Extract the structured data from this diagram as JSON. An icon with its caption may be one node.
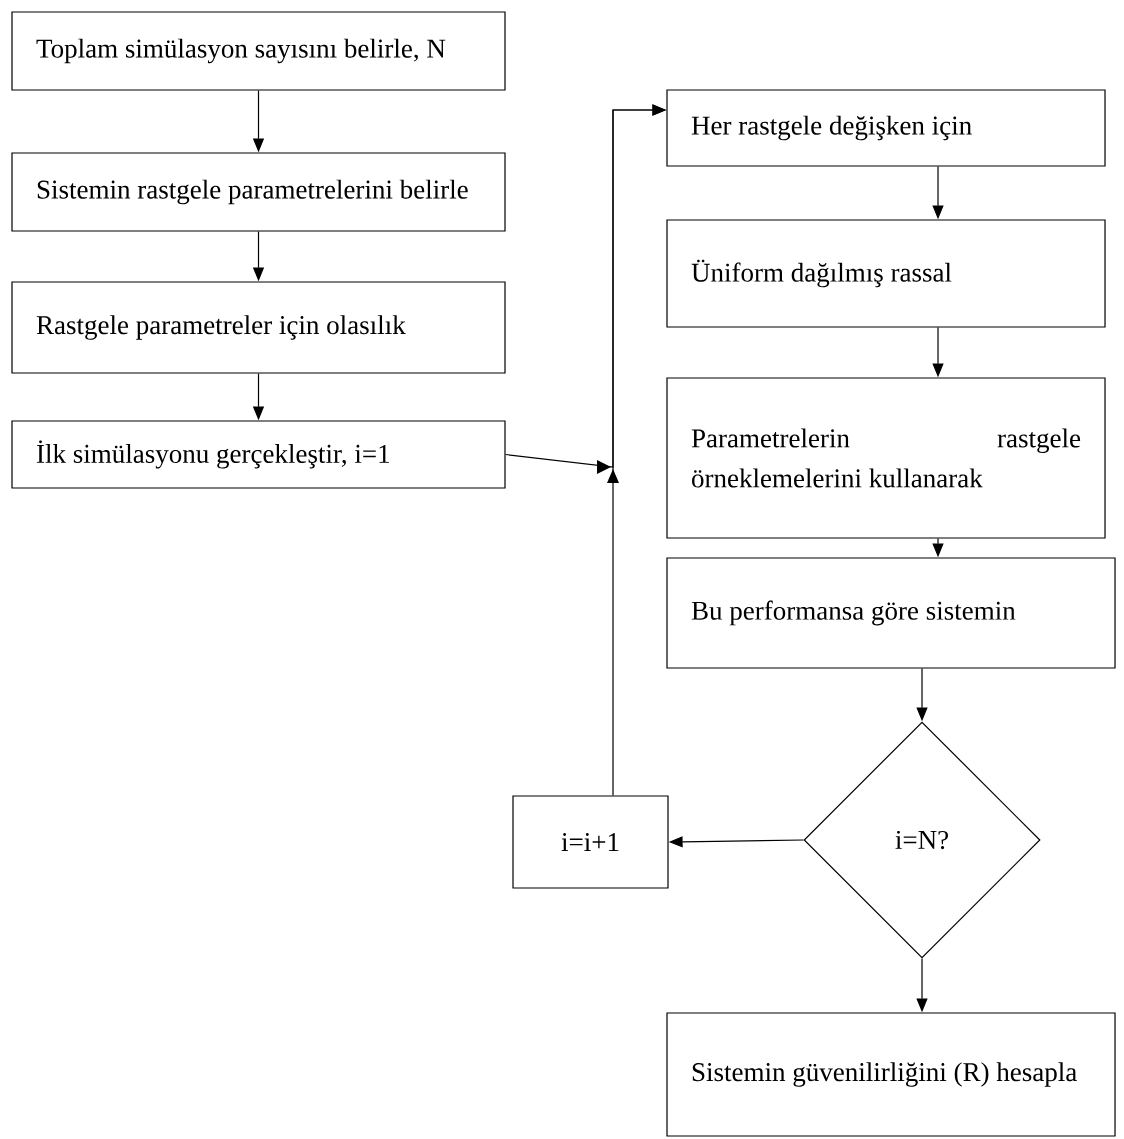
{
  "diagram": {
    "nodes": [
      {
        "text": [
          "Toplam simülasyon sayısını belirle, N"
        ]
      },
      {
        "text": [
          "Sistemin rastgele parametrelerini belirle"
        ]
      },
      {
        "text": [
          "Rastgele parametreler için olasılık"
        ]
      },
      {
        "text": [
          "İlk simülasyonu gerçekleştir, i=1"
        ]
      },
      {
        "text": [
          "Her rastgele değişken için"
        ]
      },
      {
        "text": [
          "Üniform dağılmış rassal"
        ]
      },
      {
        "text": [
          "Parametrelerin rastgele örneklemelerini kullanarak"
        ]
      },
      {
        "text": [
          "Bu performansa göre sistemin"
        ]
      },
      {
        "text": [
          "i=N?"
        ]
      },
      {
        "text": [
          "i=i+1"
        ]
      },
      {
        "text": [
          "Sistemin güvenilirliğini (R) hesapla"
        ]
      }
    ],
    "edges": [
      {
        "from": 0,
        "to": 1,
        "arrow": "to"
      },
      {
        "from": 1,
        "to": 2,
        "arrow": "to"
      },
      {
        "from": 2,
        "to": 3,
        "arrow": "to"
      },
      {
        "from": 3,
        "to": 4,
        "arrow": "to"
      },
      {
        "from": 9,
        "to": 4,
        "arrow": "to"
      },
      {
        "from": 4,
        "to": 5,
        "arrow": "to"
      },
      {
        "from": 5,
        "to": 6,
        "arrow": "to"
      },
      {
        "from": 6,
        "to": 7,
        "arrow": "to"
      },
      {
        "from": 7,
        "to": 8,
        "arrow": "to"
      },
      {
        "from": 8,
        "to": 9,
        "arrow": "to"
      },
      {
        "from": 8,
        "to": 10,
        "arrow": "to"
      }
    ]
  }
}
